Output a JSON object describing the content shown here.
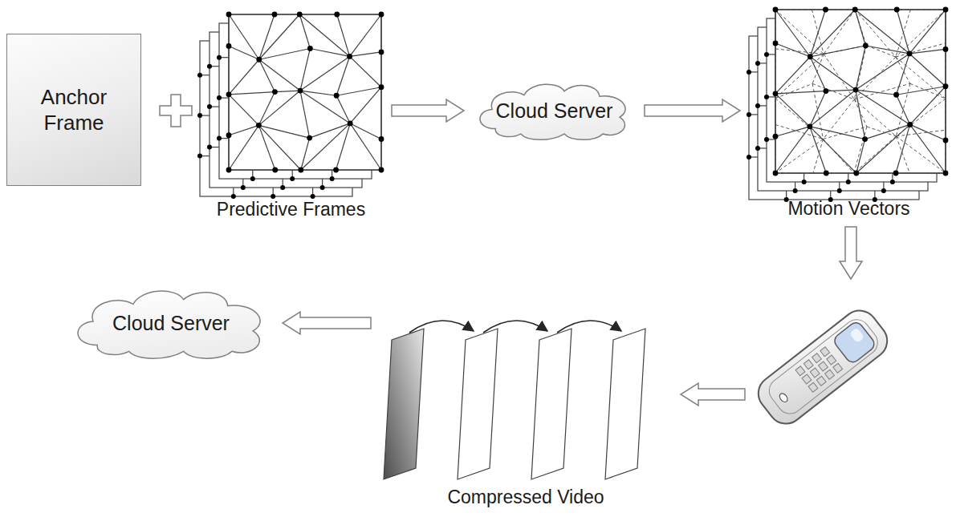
{
  "diagram": {
    "nodes": [
      {
        "text": [
          "Anchor Frame"
        ]
      },
      {
        "text": [
          "Predictive Frames"
        ]
      },
      {
        "text": [
          "Cloud Server"
        ]
      },
      {
        "text": [
          "Motion Vectors"
        ]
      },
      {
        "text": [
          "Compressed Video"
        ]
      },
      {
        "text": [
          "Cloud Server"
        ]
      }
    ],
    "edges": [
      {
        "from": 1,
        "to": 2,
        "arrow": "to"
      },
      {
        "from": 2,
        "to": 3,
        "arrow": "to"
      },
      {
        "from": 4,
        "to": 5,
        "arrow": "to"
      }
    ]
  }
}
